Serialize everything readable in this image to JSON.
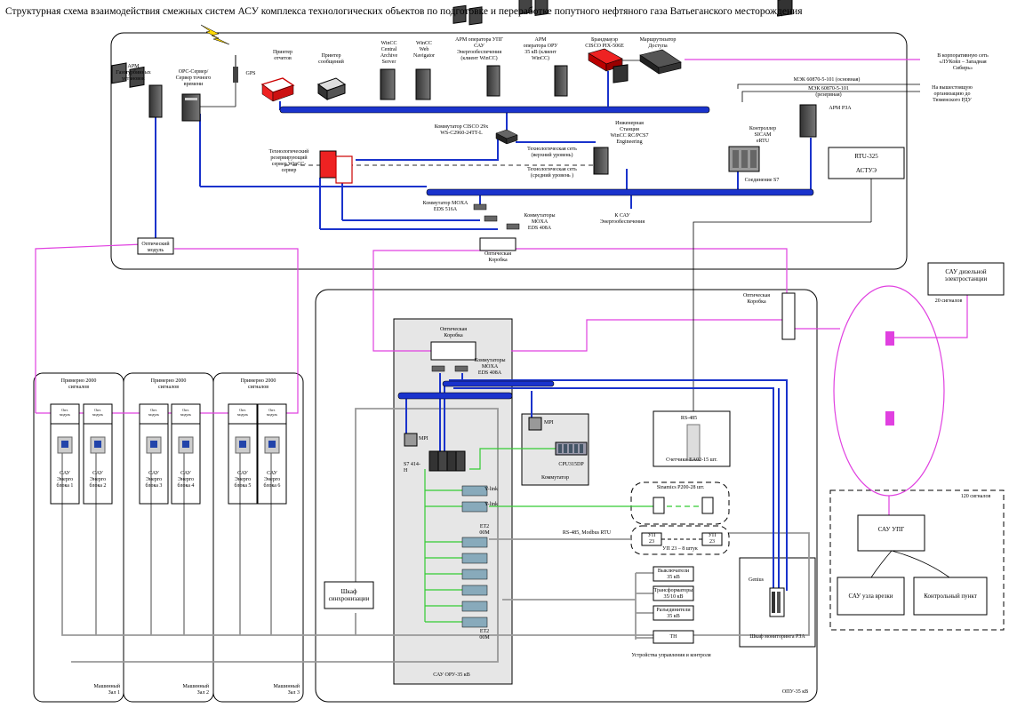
{
  "title": "Структурная схема взаимодействия смежных систем АСУ комплекса технологических объектов по подготовке и переработке попутного нефтяного газа Ватьеганского месторождения",
  "top": {
    "arm_gas": "АРМ\nГазотурбинных\nустановок",
    "opc": "OPC-Сервер/\nСервер точного\nвремени",
    "gps": "GPS",
    "printer_reports": "Принтер\nотчетов",
    "printer_messages": "Принтер\nсообщений",
    "wincc_archive": "WinCC\nCentral\nArchive\nServer",
    "wincc_web": "WinCC\nWeb\nNavigator",
    "arm_upg": "АРМ оператора УПГ\nСАУ\nЭнергообеспечения\n(клиент WinCC)",
    "arm_oru": "АРМ\nоператора ОРУ\n35 кВ (клиент\nWinCC)",
    "firewall": "Брандмауэр\nCISCO PIX-506E",
    "router": "Маршрутизатор\nДоступа",
    "corp_net": "В корпоративную сеть\n«ЛУКойл – Западная\nСибирь»",
    "iec_main": "МЭК 60870-5-101 (основная)",
    "iec_reserve": "МЭК 60870-5-101\n(резервная)",
    "to_rdu": "На вышестоящую\nорганизацию до\nТюменского РДУ",
    "cisco_switch": "Коммутатор CISCO 29x\nWS-C2960-24TT-L",
    "eng_station": "Инженерная\nСтанция\nWinCC RC/PCS7\nEngineering",
    "tech_net_top": "Технологическая сеть\n(верхний уровень)",
    "tech_net_mid": "Технологическая сеть\n(средний уровень )",
    "reserve_server": "Технологический\nрезервирующий\nсервер WinCC-\nсервер",
    "arm_rza": "АРМ РЗА",
    "controller_sicam": "Контроллер\nSICAM\neRTU",
    "s7_conn": "Соединение S7",
    "rtu": "RTU-325",
    "askue": "АСТУЭ",
    "moxa_516": "Коммутатор MOXA\nEDS 516A",
    "moxa_408_top": "Коммутаторы\nMOXA\nEDS 408A",
    "to_sau_energy": "К САУ\nЭнергообеспечения",
    "opt_module": "Оптический\nмодуль",
    "opt_box_top": "Оптическая\nКоробка"
  },
  "right": {
    "sau_diesel": "САУ дизельной\nэлектростанции",
    "signals_20": "20 сигналов",
    "opt_box_right": "Оптическая\nКоробка",
    "sau_upg": "САУ УПГ",
    "signals_120": "120 сигналов",
    "sau_node": "САУ узла врезки",
    "control_point": "Контрольный пункт"
  },
  "halls": [
    {
      "signals": "Примерно 2000\nсигналов",
      "module_a": "Опт.\nмодуль",
      "module_b": "Опт.\nмодуль",
      "sau_a": "САУ\nЭнерго\nблока 1",
      "sau_b": "САУ\nЭнерго\nблока 2",
      "hall": "Машинный\nЗал 1"
    },
    {
      "signals": "Примерно 2000\nсигналов",
      "module_a": "Опт.\nмодуль",
      "module_b": "Опт.\nмодуль",
      "sau_a": "САУ\nЭнерго\nблока 3",
      "sau_b": "САУ\nЭнерго\nблока 4",
      "hall": "Машинный\nЗал 2"
    },
    {
      "signals": "Примерно 2000\nсигналов",
      "module_a": "Опт.\nмодуль",
      "module_b": "Опт.\nмодуль",
      "sau_a": "САУ\nЭнерго\nблока 5",
      "sau_b": "САУ\nЭнерго\nблока 6",
      "hall": "Машинный\nЗал 3"
    }
  ],
  "oru": {
    "opt_box": "Оптическая\nКоробка",
    "moxa_408": "Коммутаторы\nMOXA\nEDS 408A",
    "mpi_left": "MPI",
    "mpi_right": "MPI",
    "s7_414": "S7 414-\nH",
    "cpu": "CPU315DP",
    "switchboard": "Коммутатор",
    "ylink_1": "Y-link",
    "ylink_2": "Y-link",
    "et200m_top": "ET2\n00M",
    "et200m_bottom": "ET2\n00M",
    "rs485": "RS-485",
    "meters": "Счетчики ЕА02-15 шт.",
    "sinamics": "Sinamics P200-28 шт.",
    "modbus": "RS-485, Modbus RTU",
    "up23_a": "УП\n23",
    "up23_b": "УП\n23",
    "up23_count": "УП 23 – 8 штук",
    "breakers": "Выключатели\n35 кВ",
    "transformers": "Трансформаторы\n35/10 кВ",
    "disconnectors": "Разъединители\n35 кВ",
    "tn": "ТН",
    "sync_cabinet": "Шкаф\nсинхронизации",
    "devices": "Устройства управления и контроля",
    "sau_oru": "САУ ОРУ-35 кВ",
    "genius": "Genius",
    "rza_cabinet": "Шкаф мониторинга РЗА",
    "oru_label": "ОПУ-35 кВ"
  }
}
